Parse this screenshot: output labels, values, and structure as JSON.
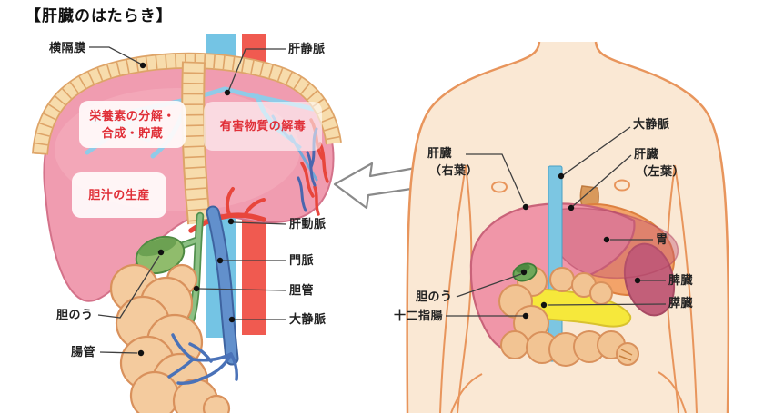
{
  "title": "【肝臓のはたらき】",
  "colors": {
    "liver_pink": "#F09CB0",
    "skin": "#FAE8D4",
    "vein_light_blue": "#74C4E4",
    "portal_blue": "#6290CC",
    "artery_red": "#F05A50",
    "bile_green": "#52904E",
    "pancreas_yellow": "#F6E83B",
    "intestine_tan": "#F4CB9E",
    "label_red": "#E02F38"
  },
  "left_diagram": {
    "description": "liver-detail-illustration",
    "function_boxes": {
      "nutrients_line1": "栄養素の分解・",
      "nutrients_line2": "合成・貯蔵",
      "detox": "有害物質の解毒",
      "bile": "胆汁の生産"
    },
    "part_labels": {
      "diaphragm": "横隔膜",
      "hepatic_vein": "肝静脈",
      "hepatic_artery": "肝動脈",
      "portal_vein": "門脈",
      "bile_duct": "胆管",
      "vena_cava": "大静脈",
      "gallbladder": "胆のう",
      "intestine": "腸管"
    }
  },
  "right_diagram": {
    "description": "torso-overview-illustration",
    "part_labels": {
      "vena_cava": "大静脈",
      "liver_right_line1": "肝臓",
      "liver_right_line2": "（右葉）",
      "liver_left_line1": "肝臓",
      "liver_left_line2": "（左葉）",
      "stomach": "胃",
      "spleen": "脾臓",
      "pancreas": "膵臓",
      "gallbladder": "胆のう",
      "duodenum": "十二指腸"
    }
  }
}
